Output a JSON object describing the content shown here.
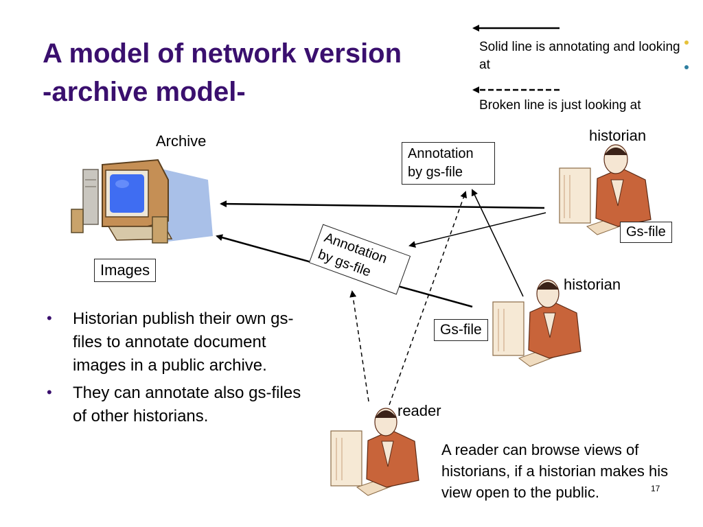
{
  "title_line1": "A model of network version",
  "title_line2": "-archive model-",
  "legend": {
    "solid_label": "Solid line is annotating and looking at",
    "broken_label": "Broken line is just looking at"
  },
  "labels": {
    "archive": "Archive",
    "historian_top": "historian",
    "historian_middle": "historian",
    "reader": "reader"
  },
  "boxes": {
    "images": "Images",
    "annotation_top": "Annotation by gs-file",
    "annotation_mid": "Annotation by gs-file",
    "gsfile_top": "Gs-file",
    "gsfile_middle": "Gs-file"
  },
  "bullets": [
    "Historian publish their own gs-files to annotate document images in a public archive.",
    "They can annotate also gs-files of other historians."
  ],
  "note": "A reader can  browse views of historians, if a historian makes his view open to the public.",
  "page_number": "17",
  "colors": {
    "title": "#3a0f6e",
    "monitor_screen": "#3f6df2",
    "figure_skin": "#c8643a",
    "shadow": "#a9c0e8"
  },
  "icons": [
    "computer-archive-icon",
    "historian-computer-icon",
    "reader-computer-icon"
  ]
}
